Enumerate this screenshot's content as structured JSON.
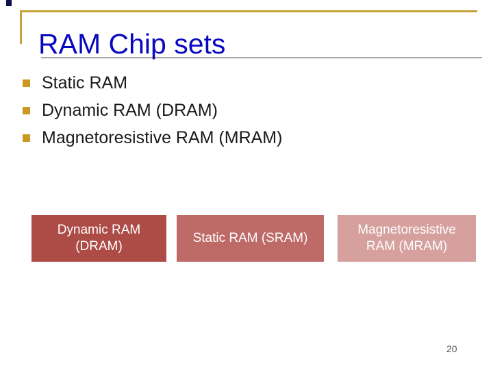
{
  "slide": {
    "title": "RAM Chip sets",
    "page_number": "20"
  },
  "bullets": [
    {
      "label": "Static RAM"
    },
    {
      "label": "Dynamic RAM (DRAM)"
    },
    {
      "label": "Magnetoresistive RAM (MRAM)"
    }
  ],
  "boxes": [
    {
      "label": "Dynamic RAM (DRAM)",
      "color": "#ad4b47"
    },
    {
      "label": "Static RAM (SRAM)",
      "color": "#be6a67"
    },
    {
      "label": "Magnetoresistive RAM (MRAM)",
      "color": "#d5a09e"
    }
  ],
  "colors": {
    "title_text": "#0808c0",
    "accent_gold_line": "#c5a136",
    "bullet_square": "#cb9821",
    "body_text": "#1a1a1a",
    "title_underline": "#2b2b2b",
    "corner_square": "#10104a",
    "page_number_text": "#555555",
    "box_text": "#ffffff"
  }
}
